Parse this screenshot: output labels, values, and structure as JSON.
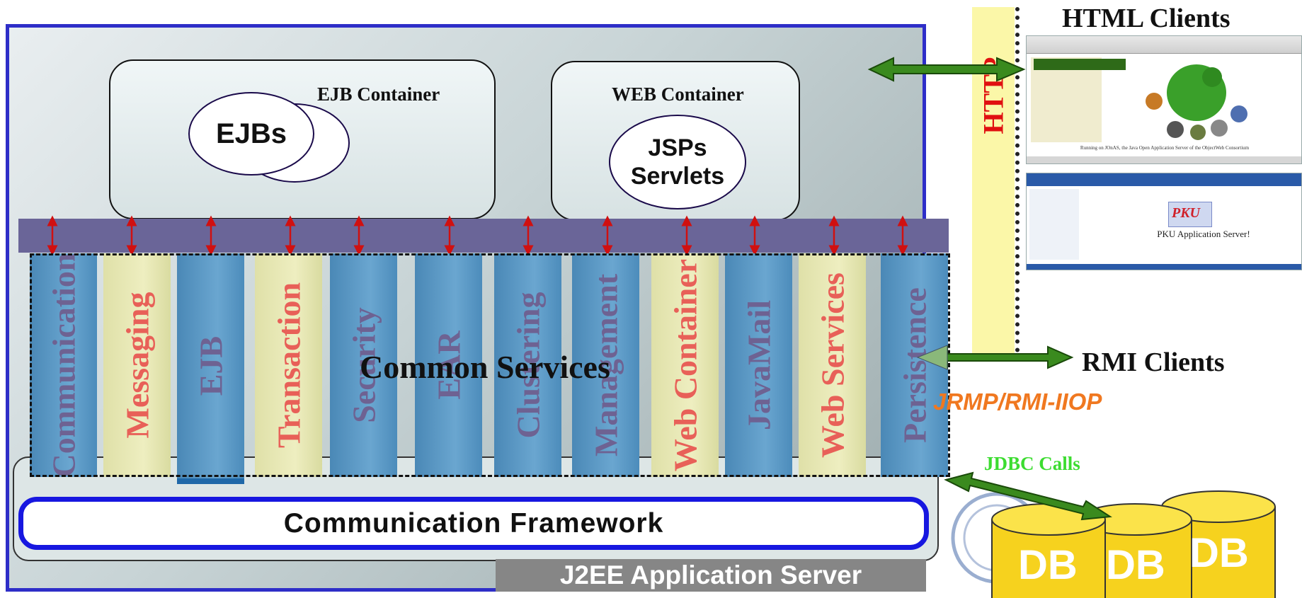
{
  "server": {
    "label": "J2EE Application Server",
    "framework_label": "Communication Framework",
    "common_services_label": "Common Services"
  },
  "containers": [
    {
      "title": "EJB Container",
      "component": "EJBs"
    },
    {
      "title": "WEB Container",
      "component_line1": "JSPs",
      "component_line2": "Servlets"
    }
  ],
  "services": [
    {
      "label": "Communication",
      "color": "blue",
      "text_color": "purple"
    },
    {
      "label": "Messaging",
      "color": "yellow",
      "text_color": "red"
    },
    {
      "label": "EJB",
      "color": "blue",
      "text_color": "purple"
    },
    {
      "label": "Transaction",
      "color": "yellow",
      "text_color": "red"
    },
    {
      "label": "Security",
      "color": "blue",
      "text_color": "purple"
    },
    {
      "label": "EAR",
      "color": "blue",
      "text_color": "purple"
    },
    {
      "label": "Clustering",
      "color": "blue",
      "text_color": "purple"
    },
    {
      "label": "Management",
      "color": "blue",
      "text_color": "purple"
    },
    {
      "label": "Web Container",
      "color": "yellow",
      "text_color": "red"
    },
    {
      "label": "JavaMail",
      "color": "blue",
      "text_color": "purple"
    },
    {
      "label": "Web Services",
      "color": "yellow",
      "text_color": "red"
    },
    {
      "label": "Persistence",
      "color": "blue",
      "text_color": "purple"
    }
  ],
  "clients": {
    "html_title": "HTML Clients",
    "http_label": "HTTP",
    "rmi_title": "RMI Clients",
    "rmi_protocol": "JRMP/RMI-IIOP",
    "screenshot1_caption": "Running on JOnAS, the Java Open Application Server of the ObjectWeb Consortium",
    "screenshot2_caption": "PKU Application Server!"
  },
  "database": {
    "jdbc_label": "JDBC Calls",
    "db_labels": [
      "DB",
      "DB",
      "DB"
    ]
  },
  "colors": {
    "frame_border": "#2e2ec8",
    "bus": "#6a6598",
    "service_blue": "#5b98c6",
    "service_yellow": "#e8e8b8",
    "arrow_red": "#d01010",
    "arrow_green": "#3a8a1e",
    "db_yellow": "#f6d21e",
    "protocol_orange": "#f07820",
    "jdbc_green": "#3cdc30"
  }
}
